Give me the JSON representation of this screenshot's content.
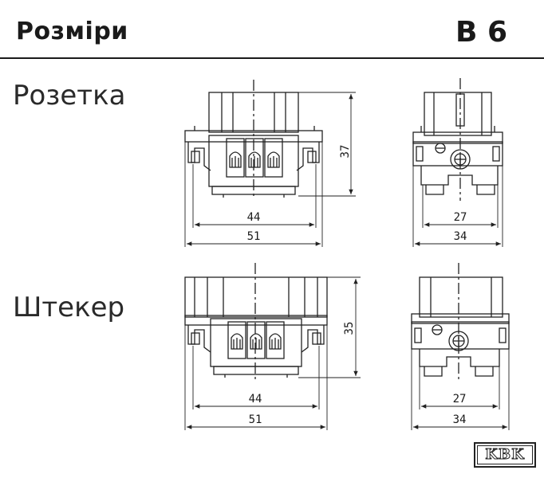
{
  "header": {
    "title": "Розміри",
    "code": "B 6"
  },
  "sections": [
    {
      "label": "Розетка",
      "dims": {
        "height": "37",
        "front_inner": "44",
        "front_outer": "51",
        "side_inner": "27",
        "side_outer": "34"
      }
    },
    {
      "label": "Штекер",
      "dims": {
        "height": "35",
        "front_inner": "44",
        "front_outer": "51",
        "side_inner": "27",
        "side_outer": "34"
      }
    }
  ],
  "logo": {
    "text": "KBK"
  }
}
